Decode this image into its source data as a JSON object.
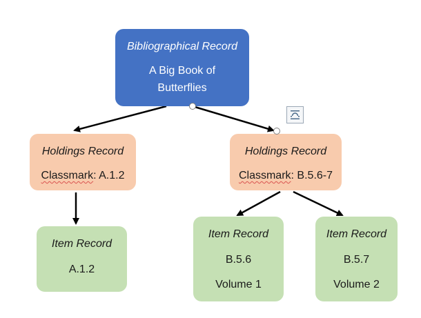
{
  "diagram": {
    "bibliographic": {
      "type_label": "Bibliographical Record",
      "title_line1": "A Big Book of",
      "title_line2": "Butterflies"
    },
    "holdings_left": {
      "type_label": "Holdings Record",
      "classmark_label": "Classmark",
      "classmark_value": ": A.1.2"
    },
    "holdings_right": {
      "type_label": "Holdings Record",
      "classmark_label": "Classmark",
      "classmark_value": ": B.5.6-7"
    },
    "item_left": {
      "type_label": "Item Record",
      "line1": "A.1.2"
    },
    "item_mid": {
      "type_label": "Item Record",
      "line1": "B.5.6",
      "line2": "Volume 1"
    },
    "item_right": {
      "type_label": "Item Record",
      "line1": "B.5.7",
      "line2": "Volume 2"
    }
  },
  "icons": {
    "layout_options": "layout-options-icon",
    "resize_handle": "resize-handle-icon"
  },
  "colors": {
    "bibliographic_fill": "#4472c4",
    "holdings_fill": "#f8cbad",
    "item_fill": "#c5e0b4",
    "connector": "#000000"
  }
}
